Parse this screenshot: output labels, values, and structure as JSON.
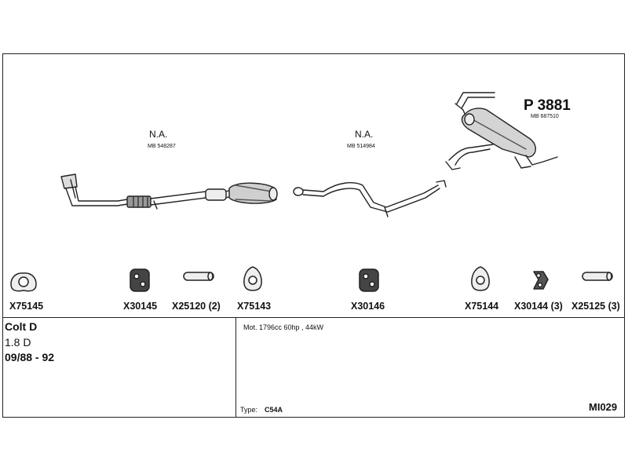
{
  "diagram": {
    "sections": [
      {
        "label": "N.A.",
        "part": "MB 548287"
      },
      {
        "label": "N.A.",
        "part": "MB 514984"
      }
    ],
    "rear_box": {
      "code": "P 3881",
      "part": "MB 687510"
    },
    "components": [
      {
        "code": "X75145",
        "icon": "gasket-icon"
      },
      {
        "code": "X30145",
        "icon": "rubber-hanger-icon"
      },
      {
        "code": "X25120 (2)",
        "icon": "pipe-sleeve-icon"
      },
      {
        "code": "X75143",
        "icon": "gasket-icon"
      },
      {
        "code": "X30146",
        "icon": "rubber-hanger-icon"
      },
      {
        "code": "X75144",
        "icon": "gasket-icon"
      },
      {
        "code": "X30144 (3)",
        "icon": "rubber-mount-icon"
      },
      {
        "code": "X25125 (3)",
        "icon": "pipe-sleeve-icon"
      }
    ]
  },
  "vehicle": {
    "model": "Colt D",
    "engine": "1.8 D",
    "years": "09/88 - 92"
  },
  "notes": {
    "motor": "Mot. 1796cc 60hp , 44kW",
    "type_label": "Type:",
    "type_value": "C54A",
    "diagram_code": "MI029"
  }
}
